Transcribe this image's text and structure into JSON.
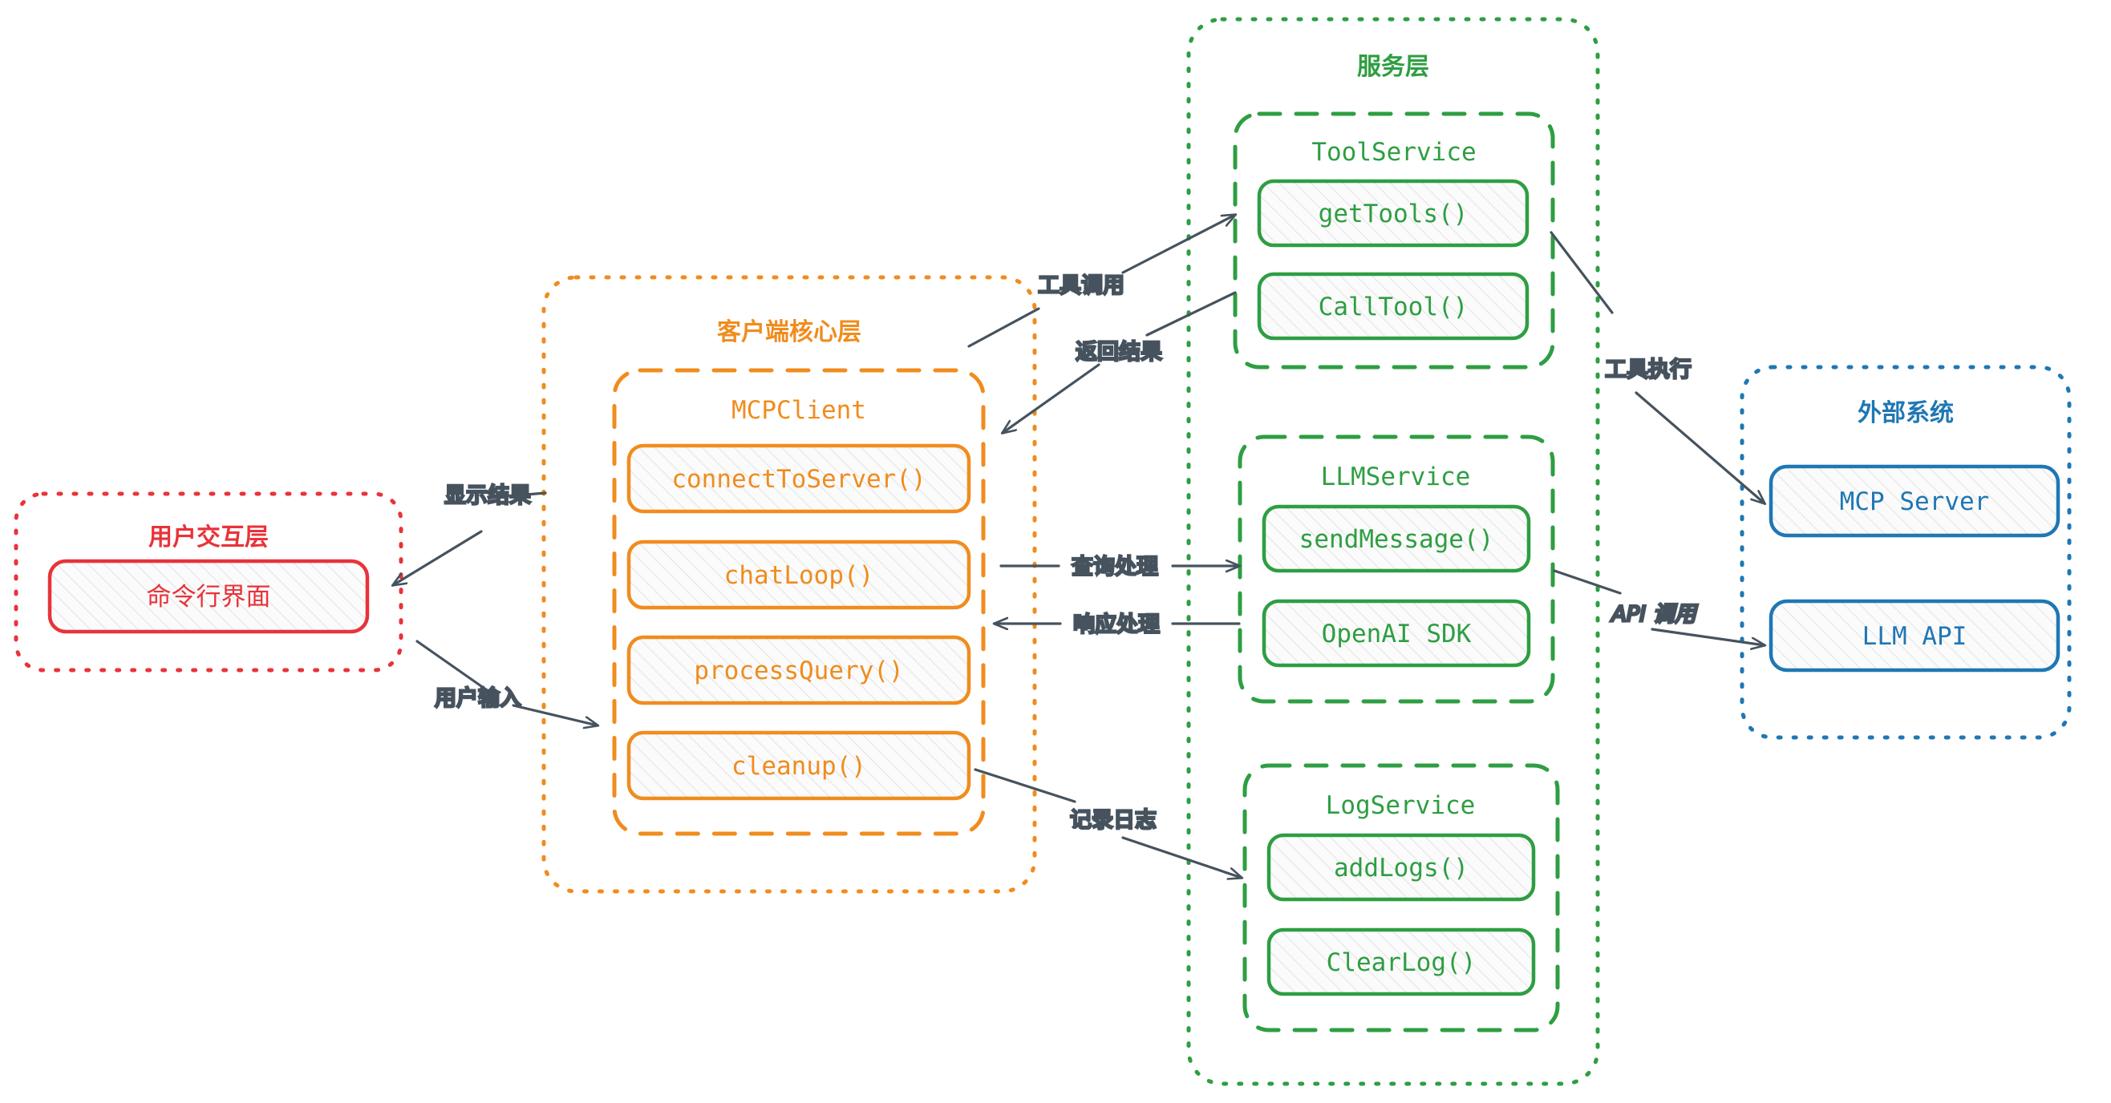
{
  "diagram": {
    "type": "architecture-flowchart",
    "background": "#ffffff",
    "colors": {
      "red": "#e8333a",
      "orange": "#f08c1e",
      "green": "#2e9e42",
      "blue": "#1f77b4",
      "edge": "#46535e",
      "node_fill": "#fafafa",
      "hatch": "#d7d7d7"
    }
  },
  "clusters": [
    {
      "id": "user-layer",
      "label": "用户交互层",
      "color": "#e8333a",
      "border": "dotted",
      "nodes": [
        {
          "id": "cli",
          "label": "命令行界面",
          "color": "#e8333a"
        }
      ]
    },
    {
      "id": "client-core-layer",
      "label": "客户端核心层",
      "color": "#f08c1e",
      "border": "dotted",
      "subclusters": [
        {
          "id": "mcpclient",
          "label": "MCPClient",
          "color": "#f08c1e",
          "border": "dashed",
          "nodes": [
            {
              "id": "connect",
              "label": "connectToServer()"
            },
            {
              "id": "chatloop",
              "label": "chatLoop()"
            },
            {
              "id": "processquery",
              "label": "processQuery()"
            },
            {
              "id": "cleanup",
              "label": "cleanup()"
            }
          ]
        }
      ]
    },
    {
      "id": "service-layer",
      "label": "服务层",
      "color": "#2e9e42",
      "border": "dotted",
      "subclusters": [
        {
          "id": "toolservice",
          "label": "ToolService",
          "color": "#2e9e42",
          "border": "dashed",
          "nodes": [
            {
              "id": "gettools",
              "label": "getTools()"
            },
            {
              "id": "calltool",
              "label": "CallTool()"
            }
          ]
        },
        {
          "id": "llmservice",
          "label": "LLMService",
          "color": "#2e9e42",
          "border": "dashed",
          "nodes": [
            {
              "id": "sendmessage",
              "label": "sendMessage()"
            },
            {
              "id": "openaisdk",
              "label": "OpenAI SDK"
            }
          ]
        },
        {
          "id": "logservice",
          "label": "LogService",
          "color": "#2e9e42",
          "border": "dashed",
          "nodes": [
            {
              "id": "addlogs",
              "label": "addLogs()"
            },
            {
              "id": "clearlog",
              "label": "ClearLog()"
            }
          ]
        }
      ]
    },
    {
      "id": "external-systems",
      "label": "外部系统",
      "color": "#1f77b4",
      "border": "dotted",
      "nodes": [
        {
          "id": "mcpserver",
          "label": "MCP Server",
          "color": "#1f77b4"
        },
        {
          "id": "llmapi",
          "label": "LLM API",
          "color": "#1f77b4"
        }
      ]
    }
  ],
  "edges": [
    {
      "id": "e-display-result",
      "label": "显示结果",
      "from": "client-core-layer",
      "to": "cli",
      "style": "normal"
    },
    {
      "id": "e-user-input",
      "label": "用户输入",
      "from": "cli",
      "to": "client-core-layer",
      "style": "normal"
    },
    {
      "id": "e-tool-call",
      "label": "工具调用",
      "from": "mcpclient",
      "to": "toolservice",
      "style": "normal"
    },
    {
      "id": "e-return-result",
      "label": "返回结果",
      "from": "toolservice",
      "to": "mcpclient",
      "style": "normal"
    },
    {
      "id": "e-query-process",
      "label": "查询处理",
      "from": "mcpclient",
      "to": "llmservice",
      "style": "normal"
    },
    {
      "id": "e-response-process",
      "label": "响应处理",
      "from": "llmservice",
      "to": "mcpclient",
      "style": "normal"
    },
    {
      "id": "e-record-log",
      "label": "记录日志",
      "from": "mcpclient",
      "to": "logservice",
      "style": "normal"
    },
    {
      "id": "e-tool-exec",
      "label": "工具执行",
      "from": "toolservice",
      "to": "mcpserver",
      "style": "normal"
    },
    {
      "id": "e-api-call",
      "label": "API 调用",
      "from": "llmservice",
      "to": "llmapi",
      "style": "italic"
    }
  ]
}
